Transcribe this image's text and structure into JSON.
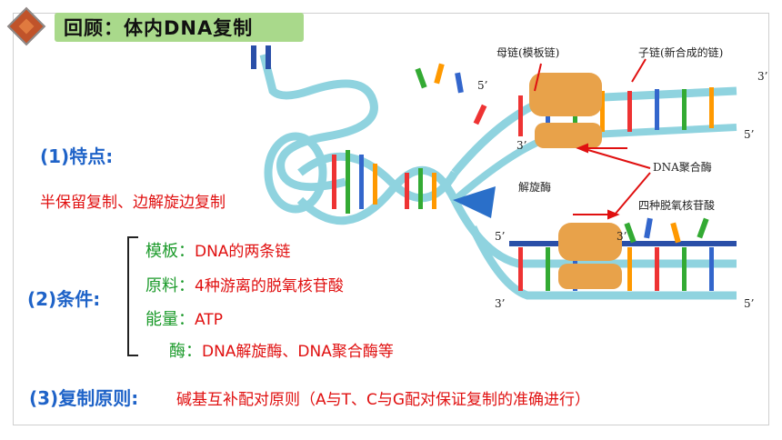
{
  "header": {
    "title": "回顾：体内DNA复制"
  },
  "features": {
    "heading": "(1)特点:",
    "text": "半保留复制、边解旋边复制"
  },
  "conditions": {
    "heading": "(2)条件:",
    "items": [
      {
        "label": "模板：",
        "value": "DNA的两条链"
      },
      {
        "label": "原料：",
        "value": "4种游离的脱氧核苷酸"
      },
      {
        "label": "能量：",
        "value": "ATP"
      },
      {
        "label": "酶：",
        "value": "DNA解旋酶、DNA聚合酶等"
      }
    ]
  },
  "principle": {
    "heading": "(3)复制原则:",
    "text": "碱基互补配对原则（A与T、C与G配对保证复制的准确进行）"
  },
  "diagram": {
    "labels": {
      "template_strand": "母链(模板链)",
      "daughter_strand": "子链(新合成的链)",
      "polymerase": "DNA聚合酶",
      "helicase": "解旋酶",
      "nucleotides": "四种脱氧核苷酸",
      "end5_a": "5’",
      "end3_a": "3’",
      "end5_b": "5’",
      "end3_b": "3’",
      "end5_c": "5’",
      "end3_c": "3’",
      "end3_d": "3’",
      "end5_d": "5’"
    },
    "colors": {
      "backbone": "#8fd3df",
      "arrow": "#e01010",
      "enzyme": "#e8a24a",
      "helicase": "#2a6fc9"
    }
  }
}
